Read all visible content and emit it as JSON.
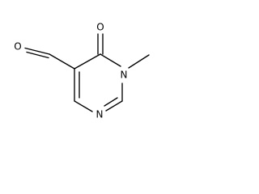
{
  "molecule": {
    "atoms": {
      "O_aldehyde": "O",
      "O_carbonyl": "O",
      "N_methyl": "N",
      "N_ring": "N"
    },
    "colors": {
      "bond": "#000000",
      "label": "#000000",
      "background": "#ffffff"
    }
  }
}
